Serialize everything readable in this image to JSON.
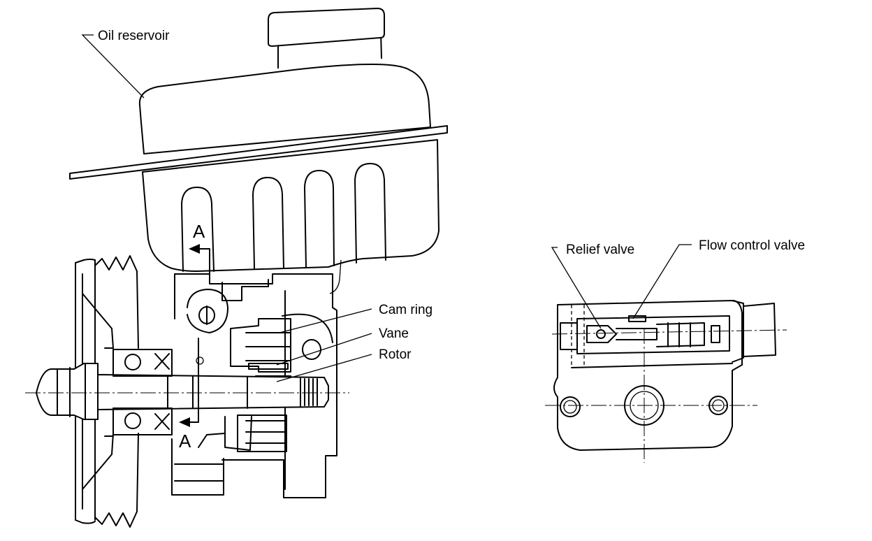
{
  "labels": {
    "oil_reservoir": "Oil reservoir",
    "cam_ring": "Cam ring",
    "vane": "Vane",
    "rotor": "Rotor",
    "relief_valve": "Relief valve",
    "flow_control_valve": "Flow control valve"
  },
  "section_marks": {
    "top": "A",
    "bottom": "A"
  }
}
